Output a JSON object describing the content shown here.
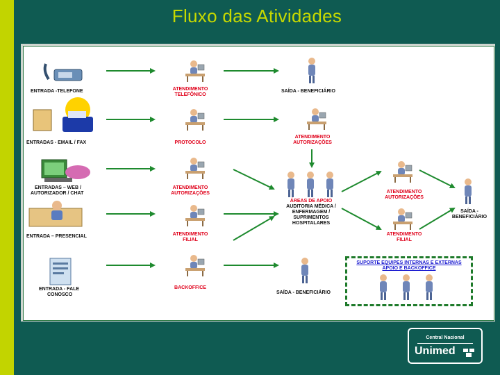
{
  "title": "Fluxo das Atividades",
  "inputs": [
    {
      "label_line1": "ENTRADA -TELEFONE",
      "label_line2": ""
    },
    {
      "label_line1": "ENTRADAS - EMAIL / FAX",
      "label_line2": ""
    },
    {
      "label_line1": "ENTRADAS – WEB /",
      "label_line2": "AUTORIZADOR / CHAT"
    },
    {
      "label_line1": "ENTRADA – PRESENCIAL",
      "label_line2": ""
    },
    {
      "label_line1": "ENTRADA - FALE",
      "label_line2": "CONOSCO"
    }
  ],
  "stages": [
    {
      "line1": "ATENDIMENTO",
      "line2": "TELEFÔNICO"
    },
    {
      "line1": "PROTOCOLO",
      "line2": ""
    },
    {
      "line1": "ATENDIMENTO",
      "line2": "AUTORIZAÇÕES"
    },
    {
      "line1": "ATENDIMENTO",
      "line2": "FILIAL"
    },
    {
      "line1": "BACKOFFICE",
      "line2": ""
    }
  ],
  "saida_top": "SAÍDA - BENEFICIÁRIO",
  "saida_bottom": "SAÍDA - BENEFICIÁRIO",
  "atend_autorizacoes_mid": {
    "line1": "ATENDIMENTO",
    "line2": "AUTORIZAÇÕES"
  },
  "areas_apoio": {
    "line1": "ÁREAS DE APOIO",
    "line2": "AUDITORIA MÉDICA /",
    "line3": "ENFERMAGEM /",
    "line4": "SUPRIMENTOS",
    "line5": "HOSPITALARES"
  },
  "right_upper": {
    "line1": "ATENDIMENTO",
    "line2": "AUTORIZAÇÕES"
  },
  "right_lower": {
    "line1": "ATENDIMENTO",
    "line2": "FILIAL"
  },
  "saida_right": {
    "line1": "SAÍDA -",
    "line2": "BENEFICIÁRIO"
  },
  "support": {
    "line1": "SUPORTE EQUIPES INTERNAS E EXTERNAS",
    "line2": "APOIO E BACKOFFICE"
  },
  "logo": {
    "small": "Central Nacional",
    "big": "Unimed"
  },
  "colors": {
    "background": "#0f5b52",
    "accent": "#c2d400",
    "arrow": "#1e8a2e",
    "stage_text": "#e0001a",
    "support_text": "#1b1bd0"
  }
}
